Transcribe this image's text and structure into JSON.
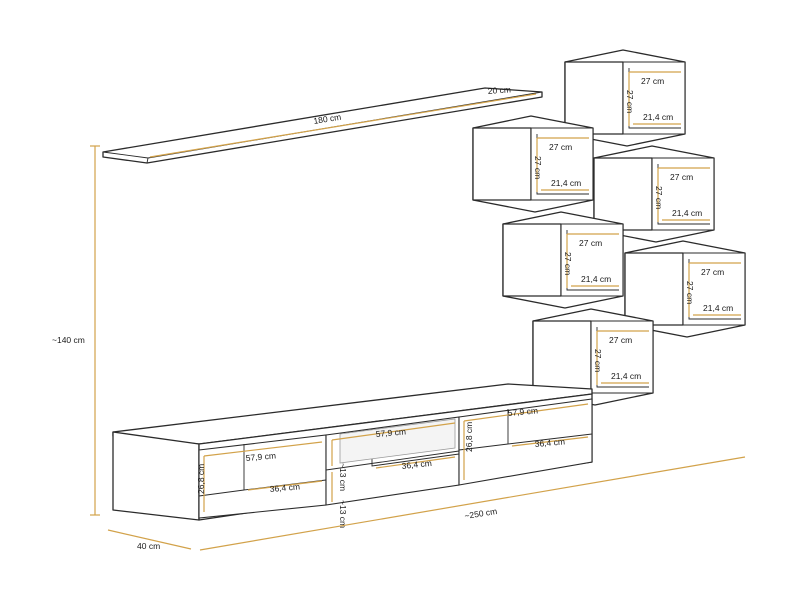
{
  "colors": {
    "dimension": "#d2a24a",
    "outline": "#2b2b2b",
    "background": "#ffffff"
  },
  "shelf": {
    "length": "180 cm",
    "depth": "20 cm"
  },
  "overall": {
    "height": "~140 cm",
    "width": "~250 cm",
    "depth": "40 cm"
  },
  "cubes": [
    {
      "width": "27 cm",
      "height": "27 cm",
      "depth": "21,4 cm"
    },
    {
      "width": "27 cm",
      "height": "27 cm",
      "depth": "21,4 cm"
    },
    {
      "width": "27 cm",
      "height": "27 cm",
      "depth": "21,4 cm"
    },
    {
      "width": "27 cm",
      "height": "27 cm",
      "depth": "21,4 cm"
    },
    {
      "width": "27 cm",
      "height": "27 cm",
      "depth": "21,4 cm"
    },
    {
      "width": "27 cm",
      "height": "27 cm",
      "depth": "21,4 cm"
    }
  ],
  "tv_unit": {
    "left": {
      "width": "57,9 cm",
      "height": "26,8 cm",
      "depth": "36,4 cm"
    },
    "middle": {
      "width": "57,9 cm",
      "depth": "36,4 cm",
      "upper_height": "~13 cm",
      "lower_height": "~13 cm"
    },
    "right": {
      "width": "57,9 cm",
      "height": "26,8 cm",
      "depth": "36,4 cm"
    }
  }
}
